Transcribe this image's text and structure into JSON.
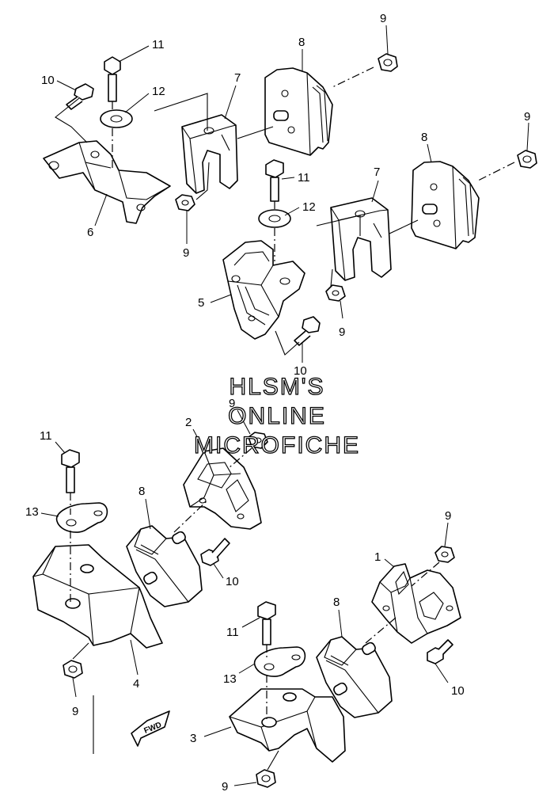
{
  "watermark": {
    "line1": "HLSM'S",
    "line2": "ONLINE",
    "line3": "MICROFICHE"
  },
  "direction_label": "FWD",
  "callouts": {
    "top_left": {
      "p11": "11",
      "p10": "10",
      "p12": "12",
      "p6": "6",
      "p9": "9",
      "p7": "7",
      "p8": "8",
      "p9b": "9"
    },
    "top_right": {
      "p11": "11",
      "p12": "12",
      "p5": "5",
      "p9": "9",
      "p10": "10",
      "p7": "7",
      "p8": "8",
      "p9b": "9"
    },
    "bottom_left": {
      "p11": "11",
      "p13": "13",
      "p4": "4",
      "p9": "9",
      "p8": "8",
      "p2": "2",
      "p9b": "9",
      "p10": "10"
    },
    "bottom_right": {
      "p11": "11",
      "p13": "13",
      "p3": "3",
      "p9": "9",
      "p8": "8",
      "p1": "1",
      "p9b": "9",
      "p10": "10"
    }
  }
}
